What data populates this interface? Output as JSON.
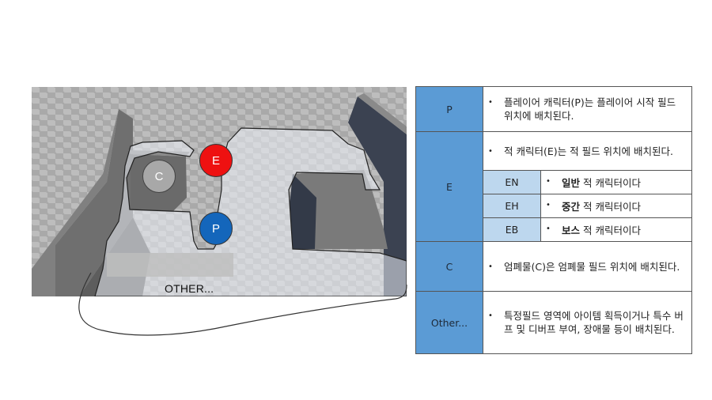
{
  "scene": {
    "markers": {
      "player": {
        "label": "P",
        "color": "#1466bb"
      },
      "enemy": {
        "label": "E",
        "color": "#ee1111"
      },
      "collectible": {
        "label": "C",
        "color": "#a8a8a8"
      }
    },
    "other_label": "OTHER..."
  },
  "legend": {
    "rows": [
      {
        "key": "P",
        "text": "플레이어 캐릭터(P)는 플레이어 시작 필드 위치에 배치된다."
      },
      {
        "key": "E",
        "text": "적 캐릭터(E)는 적 필드 위치에 배치된다.",
        "subrows": [
          {
            "key": "EN",
            "bold": "일반",
            "text": " 적 캐릭터이다"
          },
          {
            "key": "EH",
            "bold": "중간",
            "text": " 적 캐릭터이다"
          },
          {
            "key": "EB",
            "bold": "보스",
            "text": " 적 캐릭터이다"
          }
        ]
      },
      {
        "key": "C",
        "text": "엄폐물(C)은 엄폐물 필드 위치에 배치된다."
      },
      {
        "key": "Other...",
        "text": "특정필드 영역에 아이템 획득이거나 특수 버프 및 디버프 부여, 장애물 등이 배치된다."
      }
    ],
    "bullet": "•",
    "colors": {
      "key_bg": "#5b9bd5",
      "sub_key_bg": "#bdd7ee"
    }
  }
}
